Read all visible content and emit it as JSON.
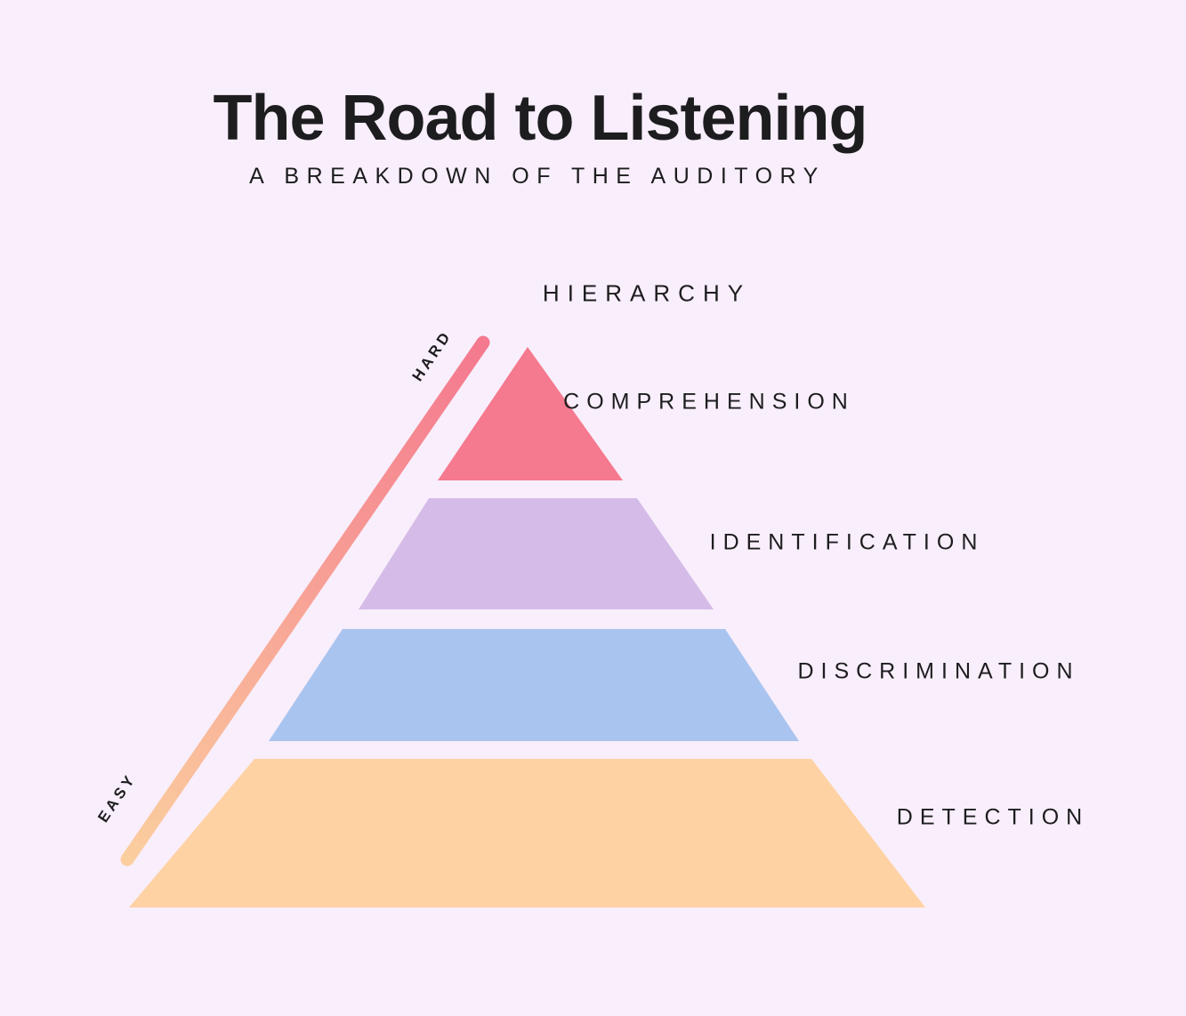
{
  "page": {
    "background": "#F9EEFB",
    "text_color": "#1D1D1F"
  },
  "header": {
    "title": "The Road to Listening",
    "subtitle": "A BREAKDOWN OF THE AUDITORY"
  },
  "pyramid": {
    "top_label": "HIERARCHY",
    "levels": [
      {
        "label": "COMPREHENSION",
        "color": "#F5798F"
      },
      {
        "label": "IDENTIFICATION",
        "color": "#D5BCE8"
      },
      {
        "label": "DISCRIMINATION",
        "color": "#A9C4EF"
      },
      {
        "label": "DETECTION",
        "color": "#FED2A3"
      }
    ]
  },
  "axis": {
    "hard_label": "HARD",
    "easy_label": "EASY",
    "gradient_top": "#F4788E",
    "gradient_bottom": "#FBCE9E"
  }
}
